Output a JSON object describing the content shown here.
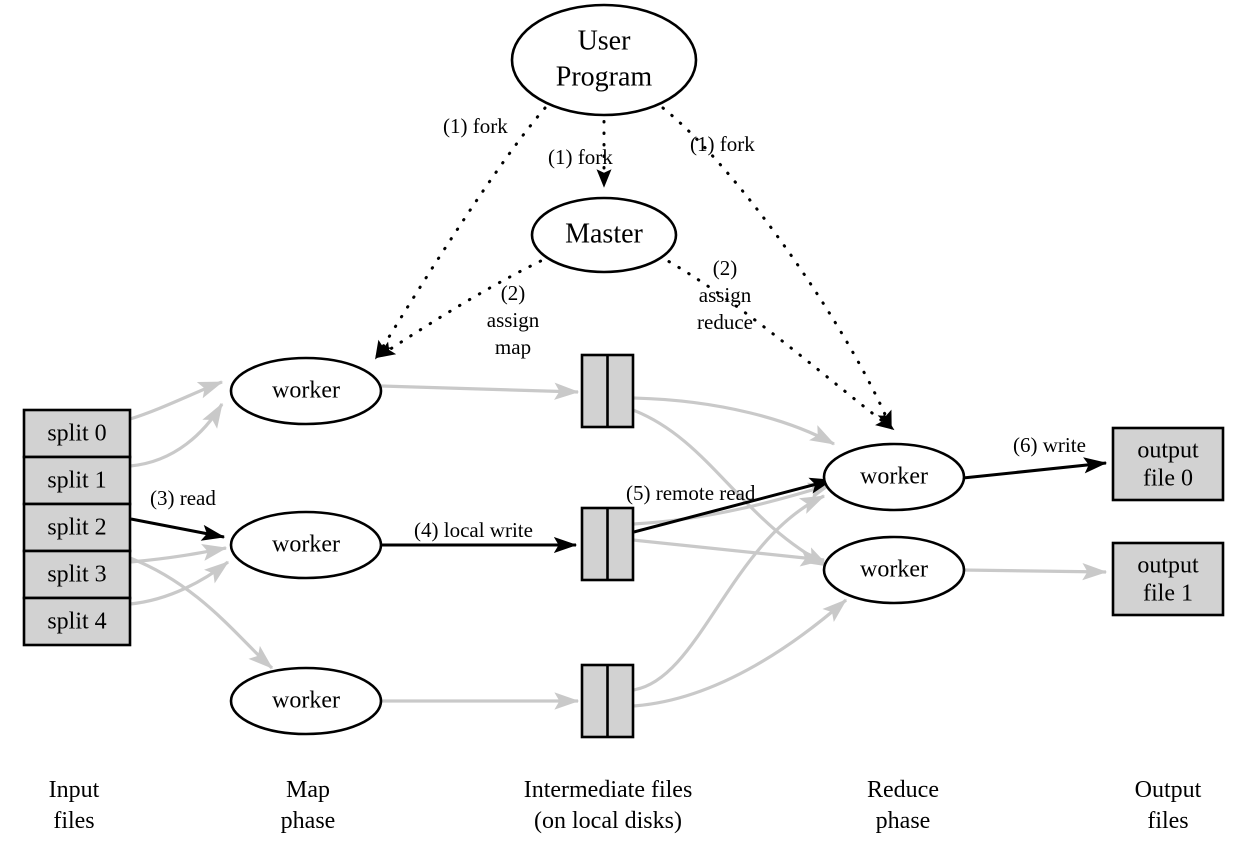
{
  "diagram": {
    "title": "MapReduce Execution Overview",
    "colors": {
      "box_fill": "#d2d2d2",
      "stroke": "#000000",
      "gray_edge": "#c9c9c9",
      "background": "#ffffff"
    }
  },
  "nodes": {
    "user_program": {
      "line1": "User",
      "line2": "Program"
    },
    "master": {
      "label": "Master"
    },
    "map_workers": [
      {
        "label": "worker"
      },
      {
        "label": "worker"
      },
      {
        "label": "worker"
      }
    ],
    "reduce_workers": [
      {
        "label": "worker"
      },
      {
        "label": "worker"
      }
    ]
  },
  "input_splits": [
    {
      "label": "split 0"
    },
    {
      "label": "split 1"
    },
    {
      "label": "split 2"
    },
    {
      "label": "split 3"
    },
    {
      "label": "split 4"
    }
  ],
  "intermediate_files": [
    {
      "label": ""
    },
    {
      "label": ""
    },
    {
      "label": ""
    }
  ],
  "output_files": [
    {
      "line1": "output",
      "line2": "file 0"
    },
    {
      "line1": "output",
      "line2": "file 1"
    }
  ],
  "edge_labels": {
    "fork_left": "(1) fork",
    "fork_center": "(1) fork",
    "fork_right": "(1) fork",
    "assign_map_num": "(2)",
    "assign_map_l1": "assign",
    "assign_map_l2": "map",
    "assign_reduce_num": "(2)",
    "assign_reduce_l1": "assign",
    "assign_reduce_l2": "reduce",
    "read": "(3) read",
    "local_write": "(4) local write",
    "remote_read": "(5) remote read",
    "write": "(6) write"
  },
  "column_labels": [
    {
      "line1": "Input",
      "line2": "files"
    },
    {
      "line1": "Map",
      "line2": "phase"
    },
    {
      "line1": "Intermediate files",
      "line2": "(on local disks)"
    },
    {
      "line1": "Reduce",
      "line2": "phase"
    },
    {
      "line1": "Output",
      "line2": "files"
    }
  ]
}
